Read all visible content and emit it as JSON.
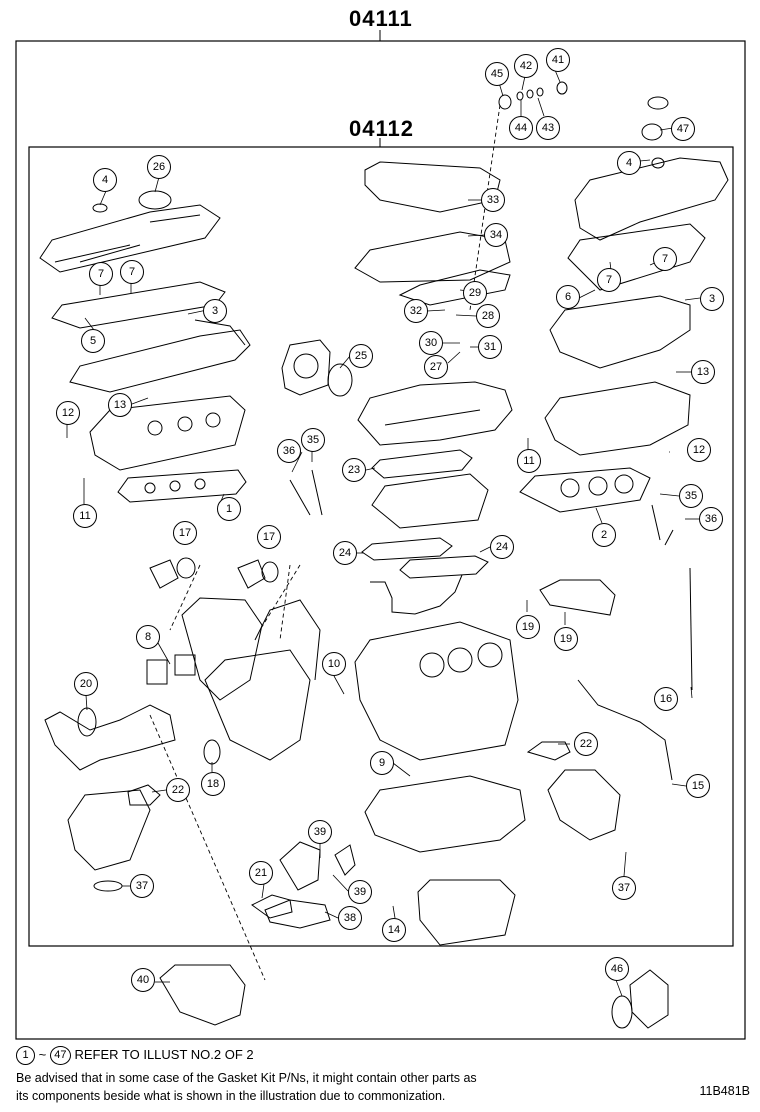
{
  "headers": {
    "outer_kit": "04111",
    "inner_kit": "04112"
  },
  "callouts": [
    {
      "id": "c1",
      "n": "1"
    },
    {
      "id": "c2",
      "n": "2"
    },
    {
      "id": "c3a",
      "n": "3"
    },
    {
      "id": "c3b",
      "n": "3"
    },
    {
      "id": "c4a",
      "n": "4"
    },
    {
      "id": "c4b",
      "n": "4"
    },
    {
      "id": "c5",
      "n": "5"
    },
    {
      "id": "c6",
      "n": "6"
    },
    {
      "id": "c7a",
      "n": "7"
    },
    {
      "id": "c7b",
      "n": "7"
    },
    {
      "id": "c7c",
      "n": "7"
    },
    {
      "id": "c7d",
      "n": "7"
    },
    {
      "id": "c8",
      "n": "8"
    },
    {
      "id": "c9",
      "n": "9"
    },
    {
      "id": "c10",
      "n": "10"
    },
    {
      "id": "c11a",
      "n": "11"
    },
    {
      "id": "c11b",
      "n": "11"
    },
    {
      "id": "c12a",
      "n": "12"
    },
    {
      "id": "c12b",
      "n": "12"
    },
    {
      "id": "c13a",
      "n": "13"
    },
    {
      "id": "c13b",
      "n": "13"
    },
    {
      "id": "c14",
      "n": "14"
    },
    {
      "id": "c15",
      "n": "15"
    },
    {
      "id": "c16",
      "n": "16"
    },
    {
      "id": "c17a",
      "n": "17"
    },
    {
      "id": "c17b",
      "n": "17"
    },
    {
      "id": "c18",
      "n": "18"
    },
    {
      "id": "c19a",
      "n": "19"
    },
    {
      "id": "c19b",
      "n": "19"
    },
    {
      "id": "c20",
      "n": "20"
    },
    {
      "id": "c21",
      "n": "21"
    },
    {
      "id": "c22a",
      "n": "22"
    },
    {
      "id": "c22b",
      "n": "22"
    },
    {
      "id": "c23",
      "n": "23"
    },
    {
      "id": "c24a",
      "n": "24"
    },
    {
      "id": "c24b",
      "n": "24"
    },
    {
      "id": "c25",
      "n": "25"
    },
    {
      "id": "c26",
      "n": "26"
    },
    {
      "id": "c27",
      "n": "27"
    },
    {
      "id": "c28",
      "n": "28"
    },
    {
      "id": "c29",
      "n": "29"
    },
    {
      "id": "c30",
      "n": "30"
    },
    {
      "id": "c31",
      "n": "31"
    },
    {
      "id": "c32",
      "n": "32"
    },
    {
      "id": "c33",
      "n": "33"
    },
    {
      "id": "c34",
      "n": "34"
    },
    {
      "id": "c35a",
      "n": "35"
    },
    {
      "id": "c35b",
      "n": "35"
    },
    {
      "id": "c36a",
      "n": "36"
    },
    {
      "id": "c36b",
      "n": "36"
    },
    {
      "id": "c37a",
      "n": "37"
    },
    {
      "id": "c37b",
      "n": "37"
    },
    {
      "id": "c38",
      "n": "38"
    },
    {
      "id": "c39a",
      "n": "39"
    },
    {
      "id": "c39b",
      "n": "39"
    },
    {
      "id": "c40",
      "n": "40"
    },
    {
      "id": "c41",
      "n": "41"
    },
    {
      "id": "c42",
      "n": "42"
    },
    {
      "id": "c43",
      "n": "43"
    },
    {
      "id": "c44",
      "n": "44"
    },
    {
      "id": "c45",
      "n": "45"
    },
    {
      "id": "c46",
      "n": "46"
    },
    {
      "id": "c47",
      "n": "47"
    }
  ],
  "footer": {
    "ref_from": "1",
    "ref_tilde": "~",
    "ref_to": "47",
    "ref_text": "REFER TO ILLUST NO.2 OF 2",
    "note_line1": "Be advised that in some case of the Gasket Kit P/Ns,  it might contain other parts as",
    "note_line2": "its components beside what is shown in the illustration due to commonization.",
    "illustration_code": "11B481B"
  }
}
